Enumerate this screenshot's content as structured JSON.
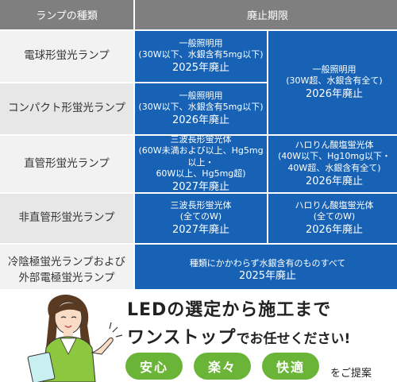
{
  "table": {
    "header_type": "ランプの種類",
    "header_deadline": "廃止期限",
    "rows": [
      {
        "label": "電球形蛍光ランプ"
      },
      {
        "label": "コンパクト形蛍光ランプ"
      },
      {
        "label": "直管形蛍光ランプ"
      },
      {
        "label": "非直管形蛍光ランプ"
      },
      {
        "label_line1": "冷陰極蛍光ランプおよび",
        "label_line2": "外部電極蛍光ランプ"
      }
    ],
    "cells": {
      "bulb_low": {
        "l1": "一般照明用",
        "l2": "(30W以下、水銀含有5mg以下)",
        "yr": "2025年廃止"
      },
      "compact_low": {
        "l1": "一般照明用",
        "l2": "(30W以下、水銀含有5mg以下)",
        "yr": "2026年廃止"
      },
      "high_merged": {
        "l1": "一般照明用",
        "l2": "(30W超、水銀含有全て)",
        "yr": "2026年廃止"
      },
      "straight_tri": {
        "l1": "三波長形蛍光体",
        "l2": "(60W未満および以上、Hg5mg以上・",
        "l3": "60W以上、Hg5mg超)",
        "yr": "2027年廃止"
      },
      "straight_halo": {
        "l1": "ハロりん酸塩蛍光体",
        "l2": "(40W以下、Hg10mg以下・",
        "l3": "40W超、水銀含有全て)",
        "yr": "2026年廃止"
      },
      "nonstraight_tri": {
        "l1": "三波長形蛍光体",
        "l2": "(全てのW)",
        "yr": "2027年廃止"
      },
      "nonstraight_halo": {
        "l1": "ハロりん酸塩蛍光体",
        "l2": "(全てのW)",
        "yr": "2026年廃止"
      },
      "cold_all": {
        "l1": "種類にかかわらず水銀含有のものすべて",
        "yr": "2025年廃止"
      }
    }
  },
  "banner": {
    "headline1": "LEDの選定から施工まで",
    "headline2_big": "ワンストップ",
    "headline2_small": "でお任せください!",
    "pills": [
      "安心",
      "楽々",
      "快適"
    ],
    "suffix": "をご提案"
  },
  "colors": {
    "blue": "#1762b4",
    "header_gray": "#7f7f7f",
    "green": "#6ab437"
  }
}
